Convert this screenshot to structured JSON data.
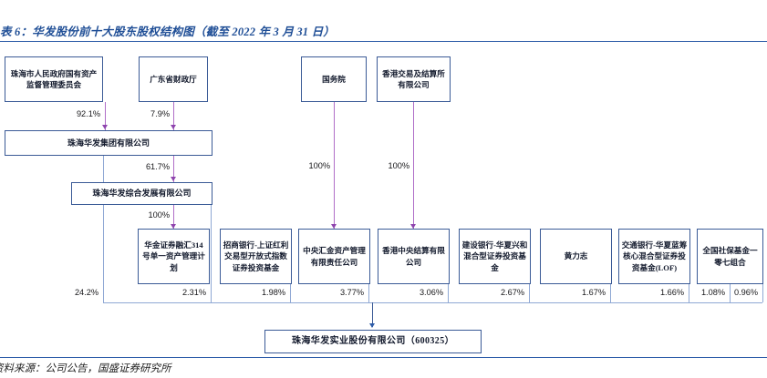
{
  "header": {
    "title": "表 6：华发股份前十大股东股权结构图（截至 2022 年 3 月 31 日）",
    "source": "资料来源：公司公告，国盛证券研究所"
  },
  "nodes": {
    "zhuhai_sasac": "珠海市人民政府国有资产监督管理委员会",
    "guangdong_finance": "广东省财政厅",
    "state_council": "国务院",
    "hkex": "香港交易及结算所有限公司",
    "huafa_group": "珠海华发集团有限公司",
    "huafa_comprehensive": "珠海华发综合发展有限公司",
    "huajin_plan": "华金证券融汇314号单一资产管理计划",
    "cmb_fund": "招商银行-上证红利交易型开放式指数证券投资基金",
    "central_huijin": "中央汇金资产管理有限责任公司",
    "hk_clearing": "香港中央结算有限公司",
    "ccb_fund": "建设银行-华夏兴和混合型证券投资基金",
    "huang_lizhi": "黄力志",
    "bocom_fund": "交通银行-华夏蓝筹核心混合型证券投资基金(LOF)",
    "ssf_107": "全国社保基金一零七组合",
    "listed_company": "珠海华发实业股份有限公司（600325）"
  },
  "ownership": {
    "sasac_to_group": "92.1%",
    "finance_to_group": "7.9%",
    "group_to_comprehensive": "61.7%",
    "comprehensive_to_huajin": "100%",
    "council_to_huijin": "100%",
    "hkex_to_clearing": "100%"
  },
  "stakes": [
    {
      "holder": "huafa_group",
      "value": "24.2%"
    },
    {
      "holder": "huafa_comprehensive",
      "value": "2.31%"
    },
    {
      "holder": "huajin_plan",
      "value": "1.98%"
    },
    {
      "holder": "cmb_fund",
      "value": "3.77%"
    },
    {
      "holder": "central_huijin",
      "value": "3.06%"
    },
    {
      "holder": "hk_clearing",
      "value": "2.67%"
    },
    {
      "holder": "ccb_fund",
      "value": "1.67%"
    },
    {
      "holder": "huang_lizhi",
      "value": "1.66%"
    },
    {
      "holder": "bocom_fund",
      "value": "1.08%"
    },
    {
      "holder": "ssf_107",
      "value": "0.96%"
    }
  ]
}
